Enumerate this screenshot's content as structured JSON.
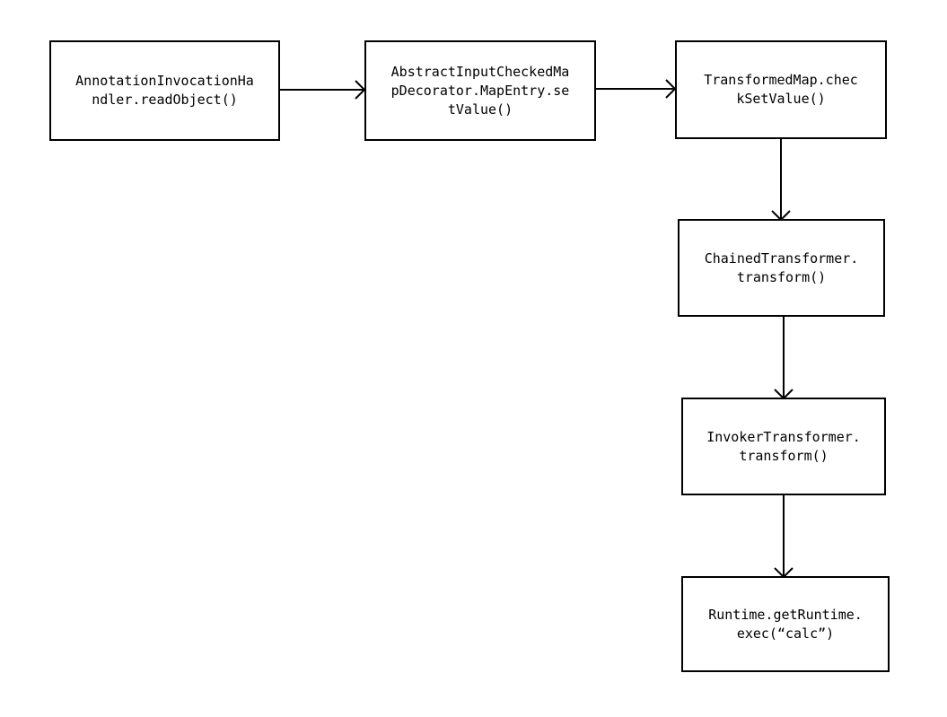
{
  "diagram": {
    "nodes": [
      {
        "id": "annotation-invocation-handler",
        "label": "AnnotationInvocationHa\nndler.readObject()"
      },
      {
        "id": "abstract-input-checked-map-decorator",
        "label": "AbstractInputCheckedMa\npDecorator.MapEntry.se\ntValue()"
      },
      {
        "id": "transformed-map",
        "label": "TransformedMap.chec\nkSetValue()"
      },
      {
        "id": "chained-transformer",
        "label": "ChainedTransformer.\ntransform()"
      },
      {
        "id": "invoker-transformer",
        "label": "InvokerTransformer.\ntransform()"
      },
      {
        "id": "runtime-exec",
        "label": "Runtime.getRuntime.\nexec(“calc”)"
      }
    ],
    "edges": [
      {
        "from": "annotation-invocation-handler",
        "to": "abstract-input-checked-map-decorator"
      },
      {
        "from": "abstract-input-checked-map-decorator",
        "to": "transformed-map"
      },
      {
        "from": "transformed-map",
        "to": "chained-transformer"
      },
      {
        "from": "chained-transformer",
        "to": "invoker-transformer"
      },
      {
        "from": "invoker-transformer",
        "to": "runtime-exec"
      }
    ],
    "colors": {
      "stroke": "#000000",
      "background": "#ffffff",
      "text": "#000000"
    }
  }
}
